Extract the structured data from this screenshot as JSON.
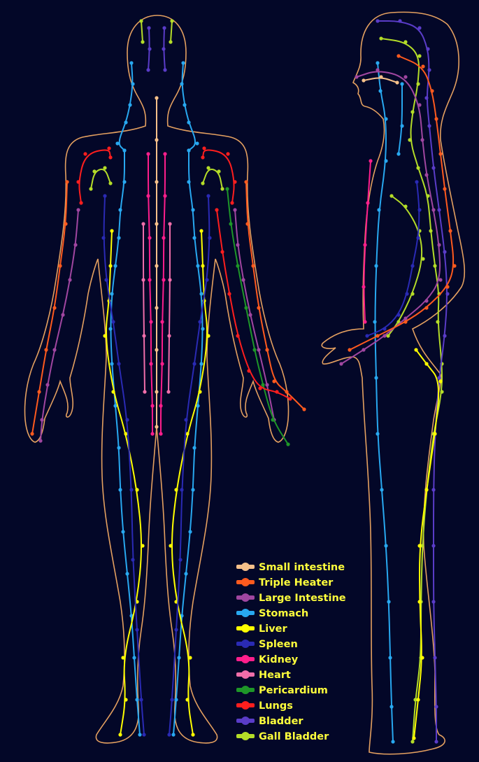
{
  "colors": {
    "background": "#030728",
    "outline": "#e4a060",
    "legend_text": "#ffff3c"
  },
  "legend": [
    {
      "label": "Small intestine",
      "color": "#f5c08a"
    },
    {
      "label": "Triple Heater",
      "color": "#ff5a1e"
    },
    {
      "label": "Large Intestine",
      "color": "#a046a0"
    },
    {
      "label": "Stomach",
      "color": "#28a8f0"
    },
    {
      "label": "Liver",
      "color": "#ffff00"
    },
    {
      "label": "Spleen",
      "color": "#2a2ab4"
    },
    {
      "label": "Kidney",
      "color": "#ff1e8c"
    },
    {
      "label": "Heart",
      "color": "#f06eaa"
    },
    {
      "label": "Pericardium",
      "color": "#1e9628"
    },
    {
      "label": "Lungs",
      "color": "#ff1e1e"
    },
    {
      "label": "Bladder",
      "color": "#5a3cc8"
    },
    {
      "label": "Gall Bladder",
      "color": "#b4dc28"
    }
  ]
}
